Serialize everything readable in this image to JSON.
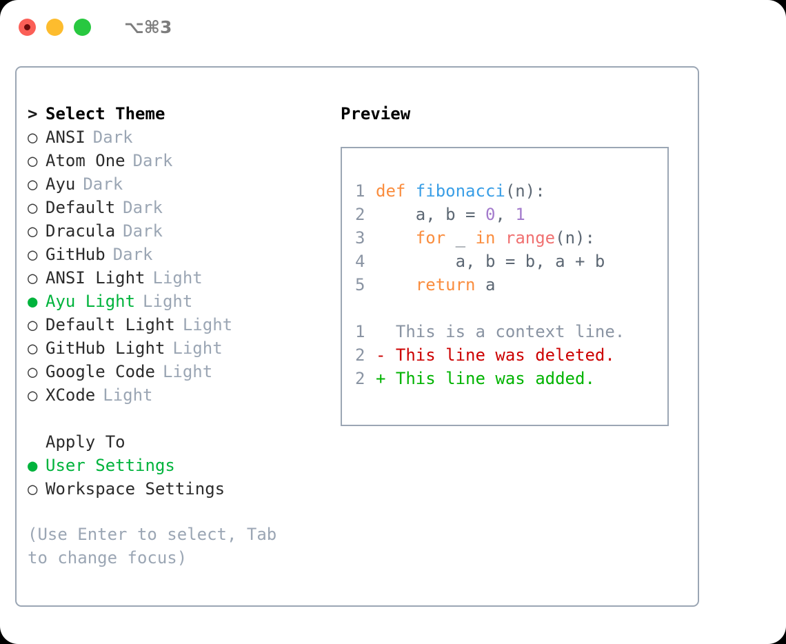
{
  "window": {
    "shortcut": "⌥⌘3",
    "traffic_lights": [
      {
        "name": "close",
        "color": "#FB5F57"
      },
      {
        "name": "minimize",
        "color": "#FDBC2E"
      },
      {
        "name": "maximize",
        "color": "#28C840"
      }
    ]
  },
  "theme_selector": {
    "header": {
      "marker": ">",
      "label": "Select Theme"
    },
    "items": [
      {
        "marker": "○",
        "label": "ANSI",
        "tag": "Dark",
        "selected": false
      },
      {
        "marker": "○",
        "label": "Atom One",
        "tag": "Dark",
        "selected": false
      },
      {
        "marker": "○",
        "label": "Ayu",
        "tag": "Dark",
        "selected": false
      },
      {
        "marker": "○",
        "label": "Default",
        "tag": "Dark",
        "selected": false
      },
      {
        "marker": "○",
        "label": "Dracula",
        "tag": "Dark",
        "selected": false
      },
      {
        "marker": "○",
        "label": "GitHub",
        "tag": "Dark",
        "selected": false
      },
      {
        "marker": "○",
        "label": "ANSI Light",
        "tag": "Light",
        "selected": false
      },
      {
        "marker": "●",
        "label": "Ayu Light",
        "tag": "Light",
        "selected": true
      },
      {
        "marker": "○",
        "label": "Default Light",
        "tag": "Light",
        "selected": false
      },
      {
        "marker": "○",
        "label": "GitHub Light",
        "tag": "Light",
        "selected": false
      },
      {
        "marker": "○",
        "label": "Google Code",
        "tag": "Light",
        "selected": false
      },
      {
        "marker": "○",
        "label": "XCode",
        "tag": "Light",
        "selected": false
      }
    ]
  },
  "apply_to": {
    "header": {
      "marker": " ",
      "label": "Apply To"
    },
    "items": [
      {
        "marker": "●",
        "label": "User Settings",
        "selected": true
      },
      {
        "marker": "○",
        "label": "Workspace Settings",
        "selected": false
      }
    ]
  },
  "hint": "(Use Enter to select, Tab to change focus)",
  "preview": {
    "title": "Preview",
    "code_lines": [
      {
        "number": "1",
        "tokens": [
          {
            "text": "def ",
            "type": "kw"
          },
          {
            "text": "fibonacci",
            "type": "fn"
          },
          {
            "text": "(n):",
            "type": "pl"
          }
        ]
      },
      {
        "number": "2",
        "tokens": [
          {
            "text": "    a, b = ",
            "type": "pl"
          },
          {
            "text": "0",
            "type": "num"
          },
          {
            "text": ", ",
            "type": "pl"
          },
          {
            "text": "1",
            "type": "num"
          }
        ]
      },
      {
        "number": "3",
        "tokens": [
          {
            "text": "    ",
            "type": "pl"
          },
          {
            "text": "for",
            "type": "kw"
          },
          {
            "text": " _ ",
            "type": "pl"
          },
          {
            "text": "in",
            "type": "kw"
          },
          {
            "text": " ",
            "type": "pl"
          },
          {
            "text": "range",
            "type": "bi"
          },
          {
            "text": "(n):",
            "type": "pl"
          }
        ]
      },
      {
        "number": "4",
        "tokens": [
          {
            "text": "        a, b = b, a + b",
            "type": "pl"
          }
        ]
      },
      {
        "number": "5",
        "tokens": [
          {
            "text": "    ",
            "type": "pl"
          },
          {
            "text": "return",
            "type": "kw"
          },
          {
            "text": " a",
            "type": "pl"
          }
        ]
      }
    ],
    "diff_lines": [
      {
        "number": "1",
        "sign": " ",
        "text": "This is a context line.",
        "type": "ctx"
      },
      {
        "number": "2",
        "sign": "-",
        "text": "This line was deleted.",
        "type": "del"
      },
      {
        "number": "2",
        "sign": "+",
        "text": "This line was added.",
        "type": "add"
      }
    ]
  },
  "colors": {
    "accent_green": "#00B33C",
    "muted": "#9BA6B4",
    "keyword": "#FA8D3E",
    "function": "#399EE6",
    "number": "#A37ACC",
    "builtin": "#F07171",
    "diff_delete": "#CC0000",
    "diff_add": "#00B300"
  }
}
